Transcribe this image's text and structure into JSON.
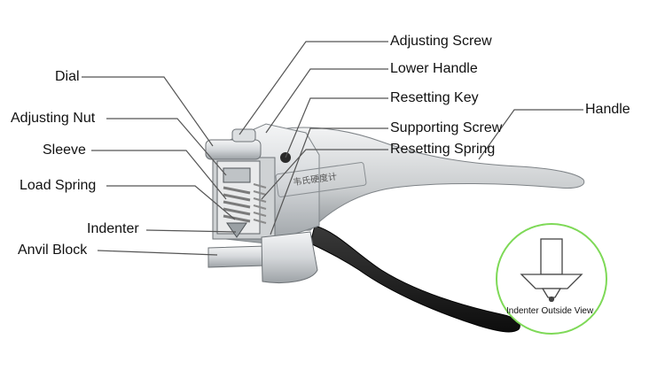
{
  "labels": {
    "adjusting_screw": "Adjusting Screw",
    "lower_handle": "Lower Handle",
    "resetting_key": "Resetting Key",
    "supporting_screw": "Supporting Screw",
    "resetting_spring": "Resetting Spring",
    "handle": "Handle",
    "dial": "Dial",
    "adjusting_nut": "Adjusting Nut",
    "sleeve": "Sleeve",
    "load_spring": "Load Spring",
    "indenter": "Indenter",
    "anvil_block": "Anvil Block"
  },
  "inset": {
    "caption": "Indenter Outside View"
  },
  "body_marking": "韦氏硬度计",
  "colors": {
    "leader_line": "#555555",
    "inset_border": "#7ed957",
    "metal_light": "#e6e8ea",
    "metal_dark": "#8d9398",
    "lower_handle": "#1c1c1c",
    "spring": "#9a9a9a"
  }
}
